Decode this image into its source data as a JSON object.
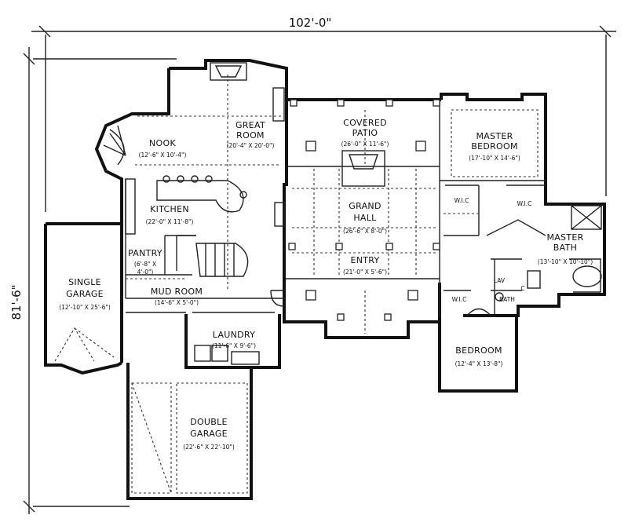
{
  "dimensions": {
    "width": "102'-0\"",
    "depth": "81'-6\""
  },
  "rooms": {
    "great_room": {
      "name_lines": [
        "GREAT",
        "ROOM"
      ],
      "size": "(20'-4\" X 20'-0\")"
    },
    "nook": {
      "name_lines": [
        "NOOK"
      ],
      "size": "(12'-6\" X 10'-4\")"
    },
    "covered_patio": {
      "name_lines": [
        "COVERED",
        "PATIO"
      ],
      "size": "(26'-0\" X 11'-6\")"
    },
    "master_bedroom": {
      "name_lines": [
        "MASTER",
        "BEDROOM"
      ],
      "size": "(17'-10\" X 14'-6\")"
    },
    "kitchen": {
      "name_lines": [
        "KITCHEN"
      ],
      "size": "(22'-0\" X 11'-8\")"
    },
    "grand_hall": {
      "name_lines": [
        "GRAND",
        "HALL"
      ],
      "size": "(26'-6\" X 8'-0\")"
    },
    "master_bath": {
      "name_lines": [
        "MASTER",
        "BATH"
      ],
      "size": "(13'-10\" X 10'-10\")"
    },
    "pantry": {
      "name_lines": [
        "PANTRY"
      ],
      "size_lines": [
        "(6'-8\" X",
        "4'-0\")"
      ]
    },
    "entry": {
      "name_lines": [
        "ENTRY"
      ],
      "size": "(21'-0\" X 5'-6\")"
    },
    "single_garage": {
      "name_lines": [
        "SINGLE",
        "GARAGE"
      ],
      "size": "(12'-10\" X 25'-6\")"
    },
    "mud_room": {
      "name_lines": [
        "MUD ROOM"
      ],
      "size": "(14'-6\" X 5'-0\")"
    },
    "laundry": {
      "name_lines": [
        "LAUNDRY"
      ],
      "size": "(11'-6\" X 9'-6\")"
    },
    "bedroom": {
      "name_lines": [
        "BEDROOM"
      ],
      "size": "(12'-4\" X 13'-8\")"
    },
    "double_garage": {
      "name_lines": [
        "DOUBLE",
        "GARAGE"
      ],
      "size": "(22'-6\" X 22'-10\")"
    }
  },
  "small_labels": {
    "wic_1": "W.I.C",
    "wic_2": "W.I.C",
    "wic_3": "W.I.C",
    "bath": "BATH",
    "lav": "LAV",
    "closet": "C"
  }
}
